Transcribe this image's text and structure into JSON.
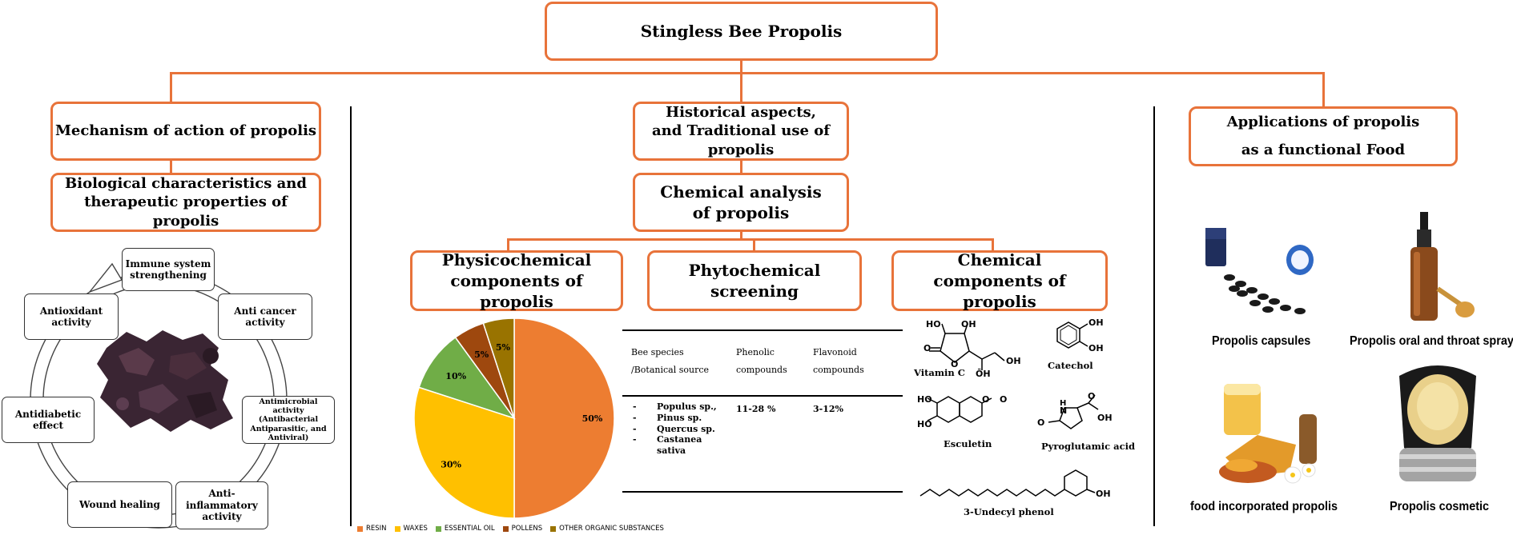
{
  "title": "Stingless Bee Propolis",
  "branches": {
    "mechanism": "Mechanism of action of propolis",
    "biological": "Biological characteristics and therapeutic properties of propolis",
    "historical": "Historical aspects, and Traditional use of propolis",
    "chemical": "Chemical analysis of propolis",
    "applications": "Applications of propolis as a functional Food"
  },
  "sub_boxes": {
    "physicochemical": "Physicochemical components of propolis",
    "phytochemical": "Phytochemical screening",
    "chem_components": "Chemical components of propolis"
  },
  "activities": [
    "Immune system strengthening",
    "Anti cancer activity",
    "Antimicrobial activity (Antibacterial Antiparasitic, and Antiviral)",
    "Anti-inflammatory activity",
    "Wound healing",
    "Antidiabetic effect",
    "Antioxidant activity"
  ],
  "chart_data": {
    "type": "pie",
    "slices": [
      {
        "name": "RESIN",
        "value": 50,
        "label": "50%",
        "color": "#ed7d31"
      },
      {
        "name": "WAXES",
        "value": 30,
        "label": "30%",
        "color": "#ffc000"
      },
      {
        "name": "ESSENTIAL OIL",
        "value": 10,
        "label": "10%",
        "color": "#70ad47"
      },
      {
        "name": "POLLENS",
        "value": 5,
        "label": "5%",
        "color": "#9e480e"
      },
      {
        "name": "OTHER ORGANIC SUBSTANCES",
        "value": 5,
        "label": "5%",
        "color": "#997300"
      }
    ],
    "legend_position": "bottom"
  },
  "table": {
    "headers": [
      "Bee species /Botanical source",
      "Phenolic compounds",
      "Flavonoid compounds"
    ],
    "species": [
      "Populus sp.,",
      "Pinus sp.",
      "Quercus sp.",
      "Castanea sativa"
    ],
    "phenolic": "11-28 %",
    "flavonoid": "3-12%"
  },
  "compounds": {
    "vitc": "Vitamin C",
    "catechol": "Catechol",
    "esculetin": "Esculetin",
    "pyro": "Pyroglutamic acid",
    "undecyl": "3-Undecyl phenol",
    "atoms": {
      "o": "O",
      "oh": "OH",
      "ho": "HO",
      "ohbar": "ŌH",
      "h": "H",
      "n": "N"
    }
  },
  "products": [
    "Propolis capsules",
    "Propolis oral and throat spray",
    "food incorporated propolis",
    "Propolis cosmetic"
  ],
  "colors": {
    "accent": "#e8733a"
  }
}
